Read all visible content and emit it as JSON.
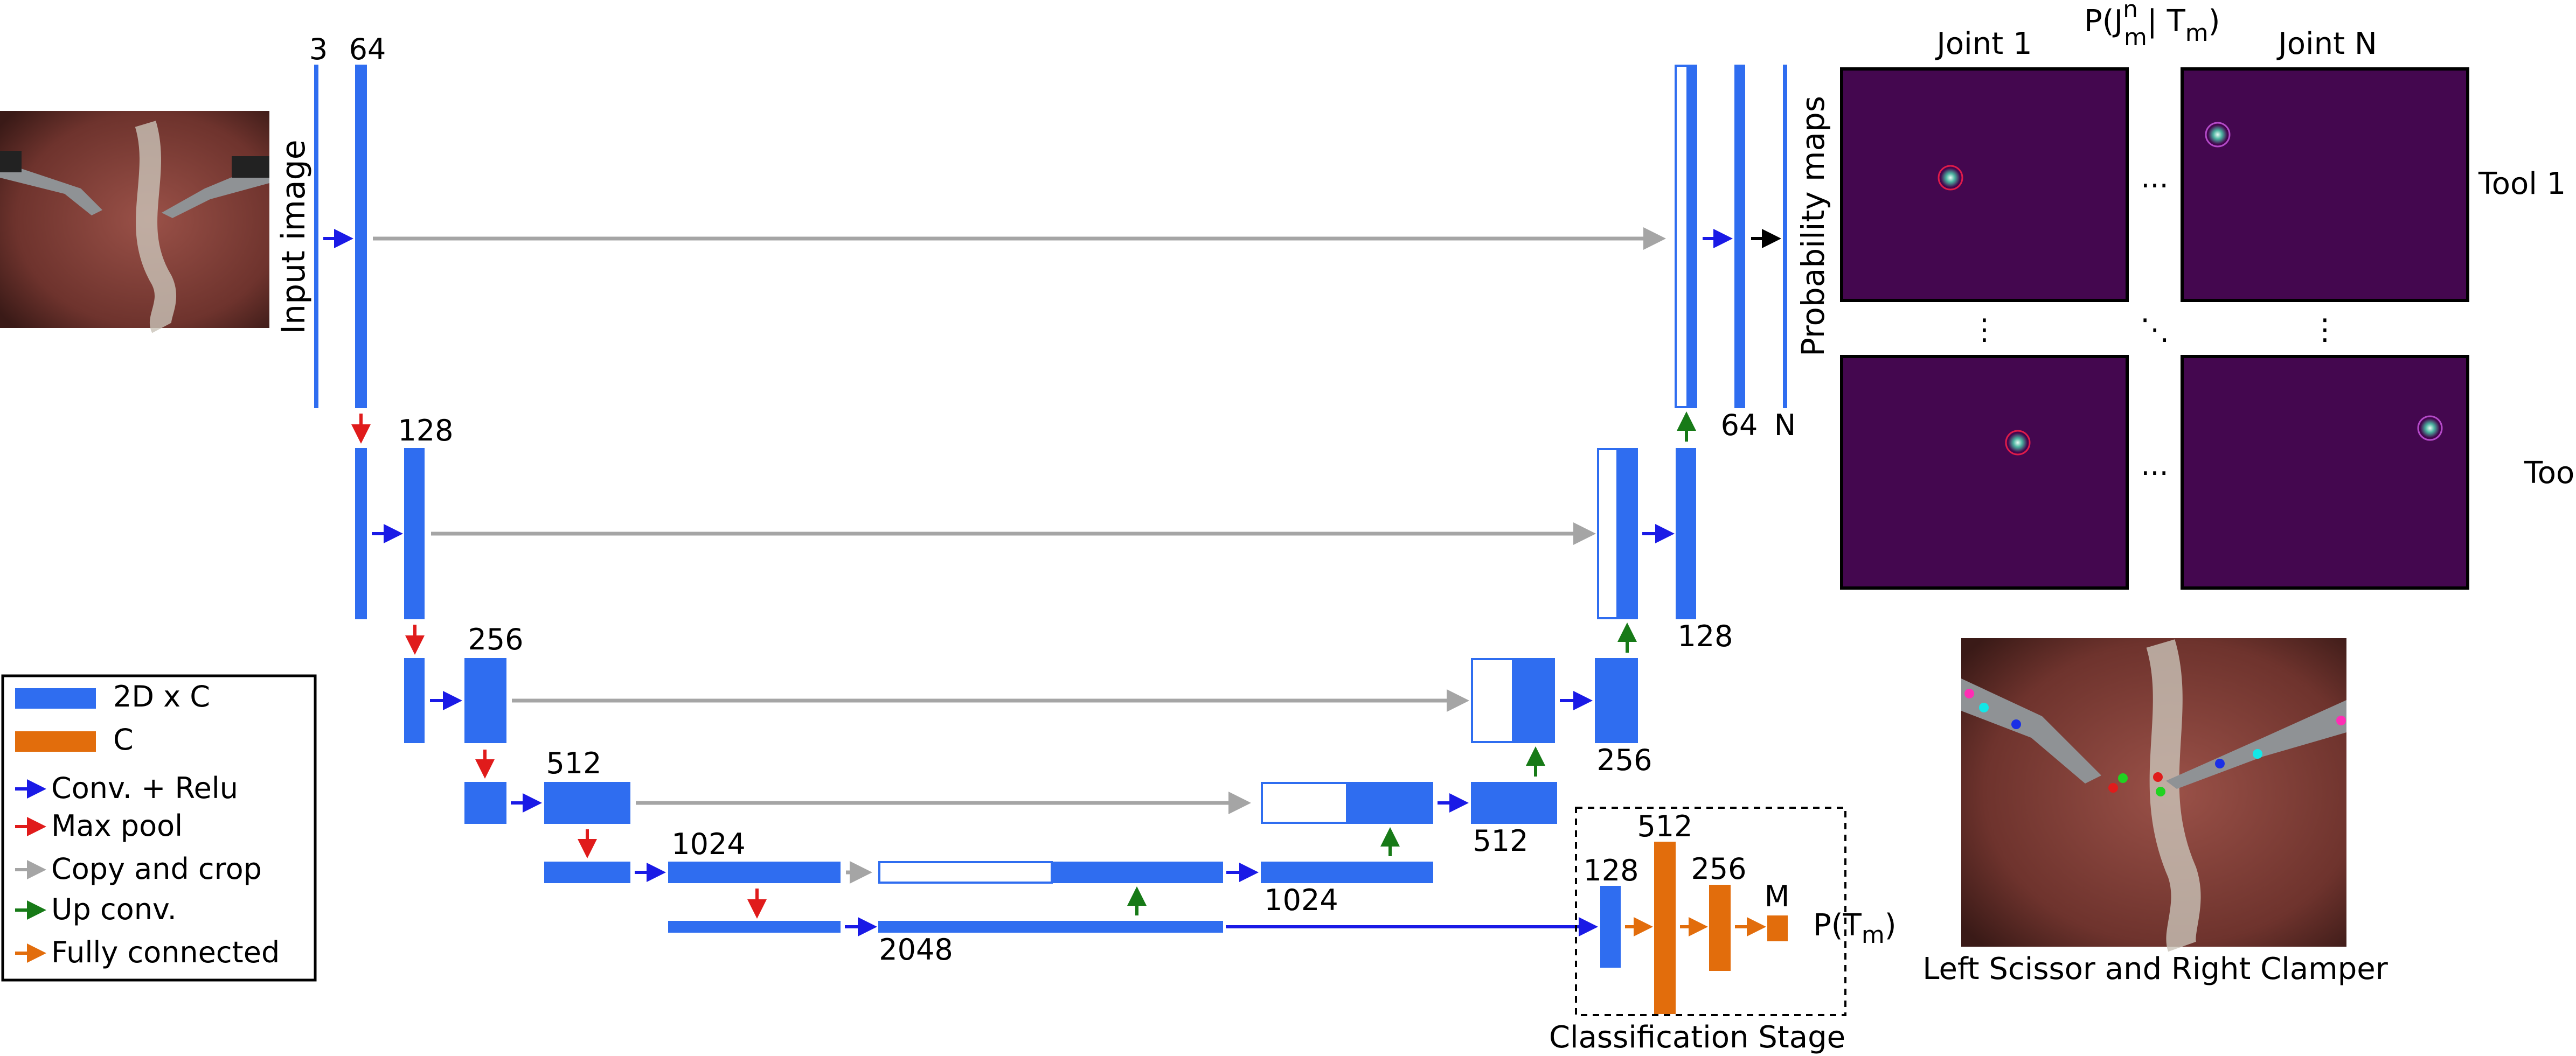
{
  "colors": {
    "blue_block": "#2f6df0",
    "orange_block": "#e26d0c",
    "arrow_conv": "#1a1ae6",
    "arrow_pool": "#e01b1b",
    "arrow_copy": "#a5a5a5",
    "arrow_up": "#177a17",
    "arrow_fc": "#e26d0c",
    "map_bg": "#44074f",
    "tissue": "#7a3c35"
  },
  "encoder_labels": {
    "c3": "3",
    "c64": "64",
    "c128": "128",
    "c256": "256",
    "c512": "512",
    "c1024": "1024",
    "c2048": "2048"
  },
  "decoder_labels": {
    "d1024": "1024",
    "d512": "512",
    "d256": "256",
    "d128": "128",
    "d64": "64",
    "dN": "N"
  },
  "input_label": "Input image",
  "prob_maps": {
    "axis_label": "Probability maps",
    "formula_prefix": "P(J",
    "formula_sup": "n",
    "formula_sub": "m",
    "formula_mid": "| T",
    "formula_sub2": "m",
    "formula_end": ")",
    "col1": "Joint 1",
    "colN": "Joint N",
    "row1": "Tool 1",
    "rowM": "Tool M",
    "hdots": "...",
    "vdots": "⋮",
    "ddots": "⋱"
  },
  "classification": {
    "c128": "128",
    "c512": "512",
    "c256": "256",
    "cM": "M",
    "output_prefix": "P(T",
    "output_sub": "m",
    "output_end": ")",
    "stage_label": "Classification Stage"
  },
  "example_caption": "Left Scissor and Right Clamper",
  "legend": {
    "items": [
      {
        "label": "2D x C",
        "kind": "blue-block"
      },
      {
        "label": "C",
        "kind": "orange-block"
      },
      {
        "label": "Conv. + Relu",
        "kind": "arrow-conv"
      },
      {
        "label": "Max pool",
        "kind": "arrow-pool"
      },
      {
        "label": "Copy and crop",
        "kind": "arrow-copy"
      },
      {
        "label": "Up conv.",
        "kind": "arrow-up"
      },
      {
        "label": "Fully connected",
        "kind": "arrow-fc"
      }
    ]
  }
}
